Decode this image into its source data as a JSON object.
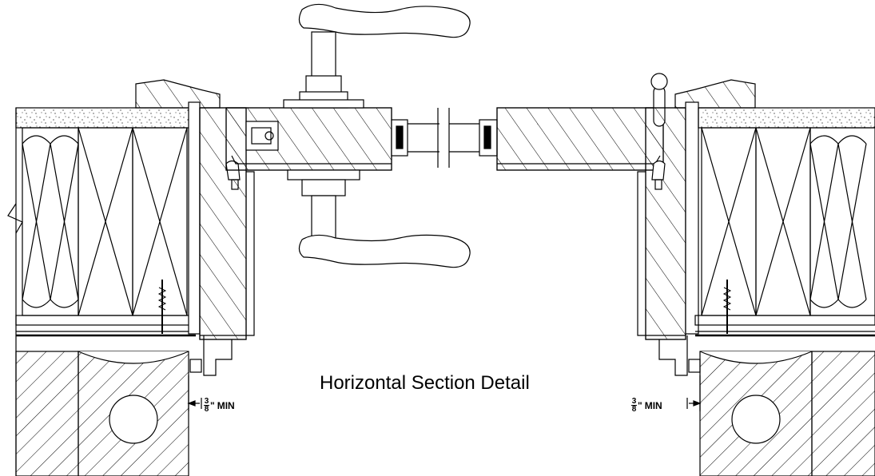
{
  "title": "Horizontal Section Detail",
  "dimension_left": {
    "numerator": "3",
    "denominator": "8",
    "inch_mark": "\"",
    "suffix": "MIN"
  },
  "dimension_right": {
    "numerator": "3",
    "denominator": "8",
    "inch_mark": "\"",
    "suffix": "MIN"
  }
}
